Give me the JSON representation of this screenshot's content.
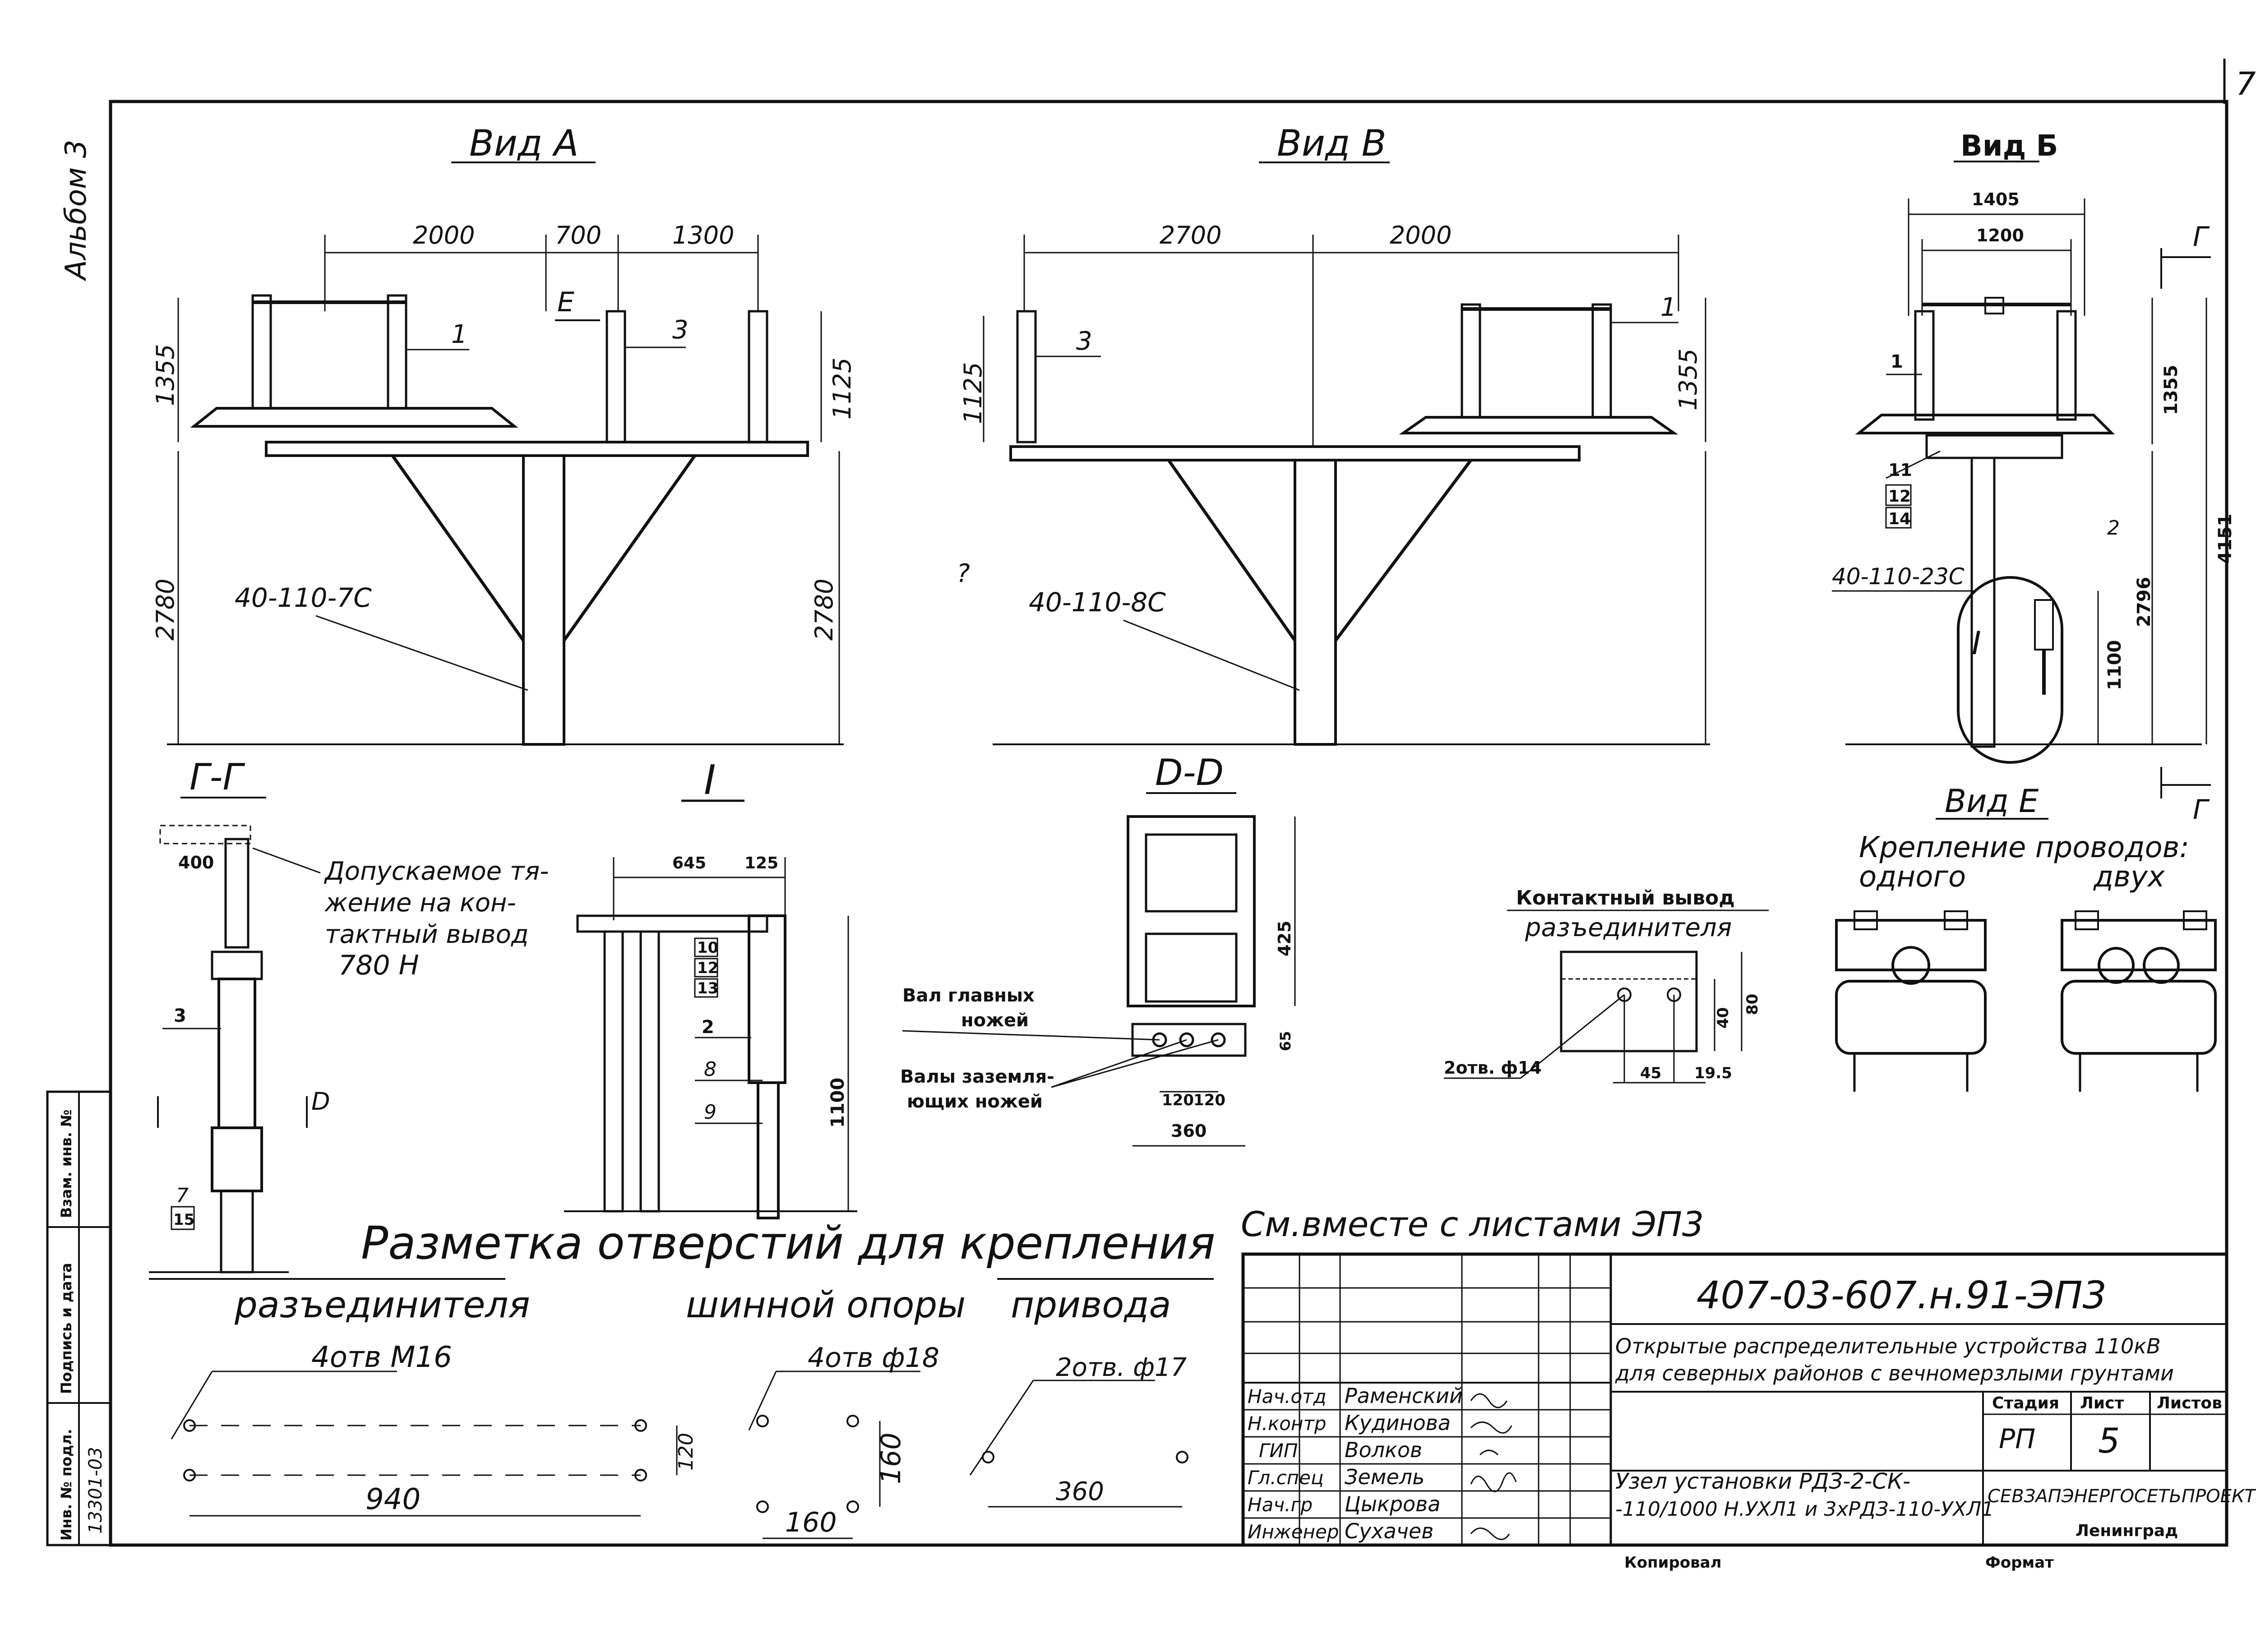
{
  "sheet_number": "7",
  "album": "Альбом 3",
  "views": {
    "a": {
      "title": "Вид А",
      "dims_top": [
        "2000",
        "700",
        "1300"
      ],
      "dim_left": "1355",
      "dim_right": "1125",
      "dim_left_low": "2780",
      "dim_right_low": "2780",
      "part_label": "40-110-7С",
      "callouts": [
        "1",
        "3"
      ],
      "arrow_label": "Е"
    },
    "b": {
      "title": "Вид В",
      "dims_top": [
        "2700",
        "2000"
      ],
      "dim_left": "1125",
      "dim_right": "1355",
      "part_label": "40-110-8С",
      "callouts": [
        "3",
        "1"
      ],
      "question": "?"
    },
    "c": {
      "title": "Вид Б",
      "dims_top": [
        "1405",
        "1200"
      ],
      "dim_right": "1355",
      "dim_total": "4151",
      "dim_mid": "2796",
      "dim_low": "1100",
      "part_label": "40-110-23С",
      "callouts": [
        "1",
        "11",
        "12",
        "14",
        "2",
        "I"
      ],
      "section_mark": "Г"
    }
  },
  "section_gg": {
    "title": "Г-Г",
    "dim": "400",
    "note_lines": [
      "Допускаемое тя-",
      "жение на кон-",
      "тактный вывод",
      "780 Н"
    ],
    "callouts": [
      "3",
      "7",
      "15"
    ],
    "cut_mark": "D"
  },
  "section_i": {
    "title": "I",
    "dims": [
      "645",
      "125"
    ],
    "dim_height": "1100",
    "callouts": [
      "10",
      "12",
      "13",
      "2",
      "8",
      "9"
    ]
  },
  "section_dd": {
    "title": "D-D",
    "dims": [
      "425",
      "65",
      "120",
      "120",
      "360"
    ],
    "labels": [
      "Вал главных",
      "ножей",
      "Валы заземля-",
      "ющих ножей"
    ]
  },
  "contact": {
    "title": "Контактный вывод",
    "subtitle": "разъединителя",
    "dims": [
      "45",
      "19.5",
      "40",
      "80"
    ],
    "hole": "2отв. ф14"
  },
  "view_e": {
    "title": "Вид Е",
    "caption_lines": [
      "Крепление проводов:",
      "одного",
      "двух"
    ]
  },
  "marking": {
    "title": "Разметка отверстий для крепления",
    "groups": [
      {
        "name": "разъединителя",
        "holes": "4отв М16",
        "dims": [
          "940",
          "120"
        ]
      },
      {
        "name": "шинной опоры",
        "holes": "4отв ф18",
        "dims": [
          "160",
          "160"
        ]
      },
      {
        "name": "привода",
        "holes": "2отв. ф17",
        "dims": [
          "360"
        ]
      }
    ]
  },
  "title_block": {
    "note": "См.вместе с листами ЭП3",
    "code": "407-03-607.н.91-ЭП3",
    "description_lines": [
      "Открытые распределительные устройства 110кВ",
      "для северных районов с вечномерзлыми грунтами"
    ],
    "drawing_name_lines": [
      "Узел установки РДЗ-2-СК-",
      "-110/1000 Н.УХЛ1 и 3хРДЗ-110-УХЛ1"
    ],
    "stage_header": "Стадия",
    "sheet_header": "Лист",
    "sheets_header": "Листов",
    "stage": "РП",
    "sheet": "5",
    "org": "СЕВЗАПЭНЕРГОСЕТЬПРОЕКТ",
    "city": "Ленинград",
    "roles": [
      {
        "role": "Нач.отд",
        "name": "Раменский"
      },
      {
        "role": "Н.контр",
        "name": "Кудинова"
      },
      {
        "role": "ГИП",
        "name": "Волков"
      },
      {
        "role": "Гл.спец",
        "name": "Земель"
      },
      {
        "role": "Нач.гр",
        "name": "Цыкрова"
      },
      {
        "role": "Инженер",
        "name": "Сухачев"
      }
    ],
    "copied": "Копировал",
    "format": "Формат"
  },
  "side_stamp": {
    "cells": [
      "Инв. № подл.",
      "Подпись и дата",
      "Взам. инв. №"
    ],
    "inv_value": "13301-03"
  }
}
